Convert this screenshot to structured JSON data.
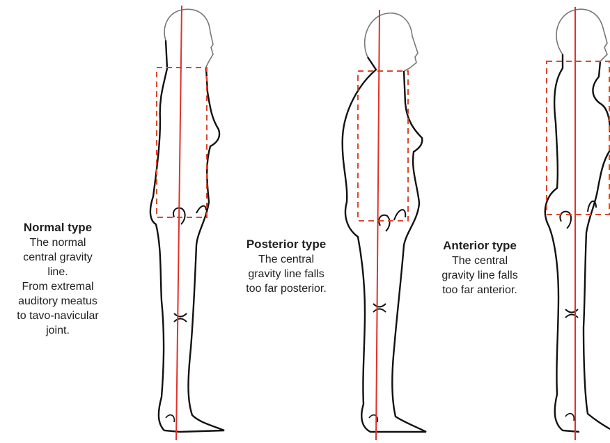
{
  "types": [
    {
      "title": "Normal type",
      "desc_lines": [
        "The normal",
        "central gravity",
        "line.",
        "From extremal",
        "auditory meatus",
        "to tavo-navicular",
        "joint."
      ]
    },
    {
      "title": "Posterior type",
      "desc_lines": [
        "The central",
        "gravity line falls",
        "too far posterior."
      ]
    },
    {
      "title": "Anterior type",
      "desc_lines": [
        "The central",
        "gravity line falls",
        "too far anterior."
      ]
    }
  ],
  "colors": {
    "gravity_line": "#e0312a",
    "trunk_box": "#d9482f",
    "outline": "#111111",
    "head_outline": "#777777"
  }
}
